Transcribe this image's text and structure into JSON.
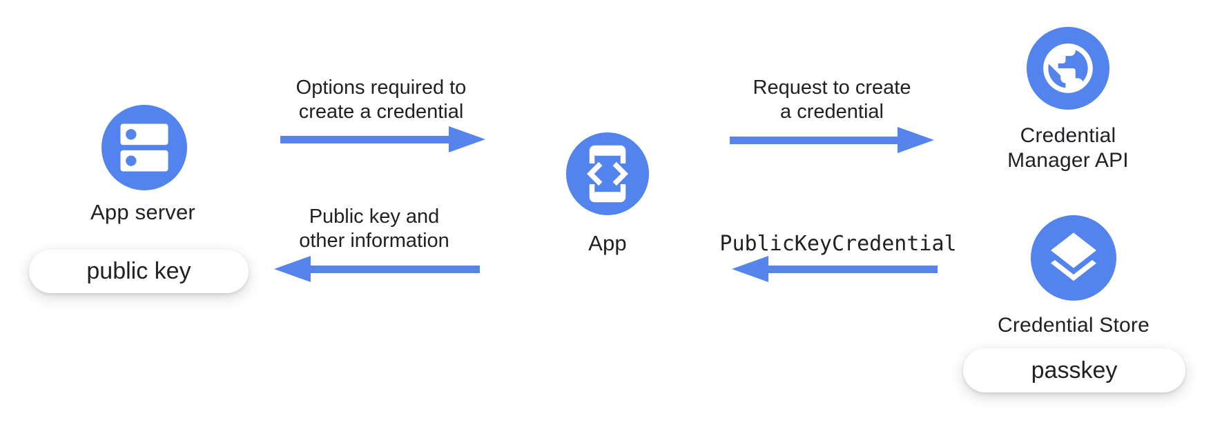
{
  "colors": {
    "node_blue": "#5383EC",
    "arrow_blue": "#5584EA",
    "text": "#202124",
    "pill_bg": "#ffffff"
  },
  "nodes": {
    "app_server": {
      "label": "App server",
      "icon": "server-dns-icon"
    },
    "app": {
      "label": "App",
      "icon": "phone-dev-mode-icon"
    },
    "credential_manager": {
      "label": "Credential Manager API",
      "line1": "Credential",
      "line2": "Manager API",
      "icon": "globe-icon"
    },
    "credential_store": {
      "label": "Credential Store",
      "icon": "layers-icon"
    }
  },
  "pills": {
    "public_key": "public key",
    "passkey": "passkey"
  },
  "arrows": {
    "options": {
      "direction": "right",
      "line1": "Options required to",
      "line2": "create a credential"
    },
    "request": {
      "direction": "right",
      "line1": "Request to create",
      "line2": "a credential"
    },
    "public_key_credential": {
      "direction": "left",
      "label": "PublicKeyCredential"
    },
    "public_key_info": {
      "direction": "left",
      "line1": "Public key and",
      "line2": "other information"
    }
  }
}
